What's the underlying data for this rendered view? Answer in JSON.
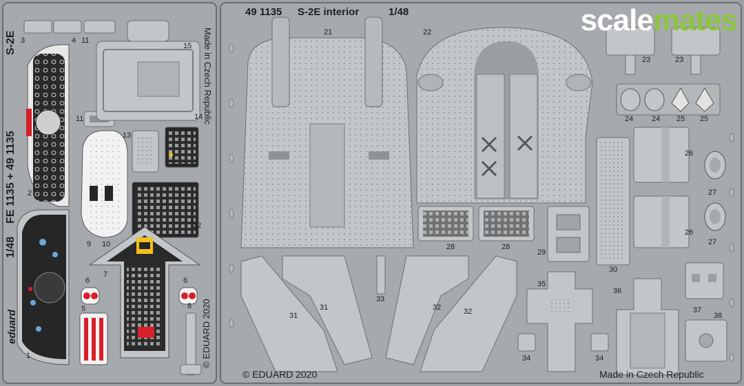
{
  "header": {
    "code": "49 1135",
    "name": "S-2E interior",
    "scale": "1/48"
  },
  "left_fret": {
    "code": "FE 1135 + 49 1135",
    "model": "S-2E",
    "scale": "1/48",
    "brand": "eduard",
    "made_in": "Made in Czech Republic",
    "copyright": "© EDUARD 2020"
  },
  "right_fret": {
    "copyright": "© EDUARD 2020",
    "made_in": "Made in Czech Republic"
  },
  "watermark": {
    "part1": "scale",
    "part2": "mates",
    "color1": "#ffffff",
    "color2": "#8cc63f"
  },
  "part_numbers": {
    "p1": "1",
    "p2": "2",
    "p3": "3",
    "p4": "4",
    "p5": "5",
    "p6a": "6",
    "p6b": "6",
    "p7": "7",
    "p8": "8",
    "p9": "9",
    "p10": "10",
    "p11a": "11",
    "p11b": "11",
    "p12": "12",
    "p13": "13",
    "p14": "14",
    "p15": "15",
    "p21": "21",
    "p22": "22",
    "p23a": "23",
    "p23b": "23",
    "p24a": "24",
    "p24b": "24",
    "p25a": "25",
    "p25b": "25",
    "p26a": "26",
    "p26b": "26",
    "p27a": "27",
    "p27b": "27",
    "p28a": "28",
    "p28b": "28",
    "p29": "29",
    "p30": "30",
    "p31a": "31",
    "p31b": "31",
    "p32a": "32",
    "p32b": "32",
    "p33": "33",
    "p34a": "34",
    "p34b": "34",
    "p35": "35",
    "p36": "36",
    "p37": "37",
    "p38": "38"
  },
  "colors": {
    "background": "#9ea2a6",
    "etched_metal": "#c3c6c9",
    "fret_outline": "#6b6e71",
    "panel_black": "#262626",
    "panel_white": "#f2f2f2",
    "warning_red": "#d8202a",
    "warning_yellow": "#f2c21b"
  }
}
